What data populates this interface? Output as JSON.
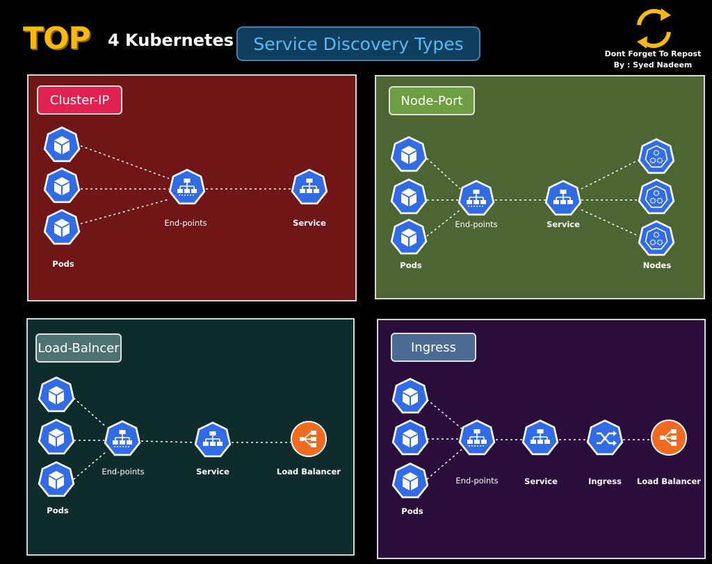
{
  "header": {
    "top_word": "TOP",
    "subtitle_prefix": "4 Kubernetes",
    "badge": "Service Discovery Types",
    "credit_line1": "Dont Forget To Repost",
    "credit_line2": "By : Syed Nadeem",
    "repost_icon": "repost-arrows-icon",
    "accent_color": "#f5b914"
  },
  "panels": {
    "cluster_ip": {
      "title": "Cluster-IP",
      "color": "#701616",
      "labels": {
        "pods": "Pods",
        "endpoints": "End-points",
        "service": "Service"
      }
    },
    "node_port": {
      "title": "Node-Port",
      "color": "#4d6433",
      "labels": {
        "pods": "Pods",
        "endpoints": "End-points",
        "service": "Service",
        "nodes": "Nodes"
      }
    },
    "load_balancer": {
      "title": "Load-Balncer",
      "color": "#0f2c2c",
      "labels": {
        "pods": "Pods",
        "endpoints": "End-points",
        "service": "Service",
        "lb": "Load Balancer"
      }
    },
    "ingress": {
      "title": "Ingress",
      "color": "#2a0d3b",
      "labels": {
        "pods": "Pods",
        "endpoints": "End-points",
        "service": "Service",
        "ingress": "Ingress",
        "lb": "Load Balancer"
      }
    }
  },
  "icons": {
    "pod": "pod-cube-icon",
    "endpoints": "endpoints-hierarchy-icon",
    "service": "service-hierarchy-icon",
    "node": "node-gear-icon",
    "ingress": "ingress-shuffle-icon",
    "load_balancer": "load-balancer-icon",
    "k8s_blue": "#326ce5",
    "lb_orange": "#f06b1f"
  }
}
